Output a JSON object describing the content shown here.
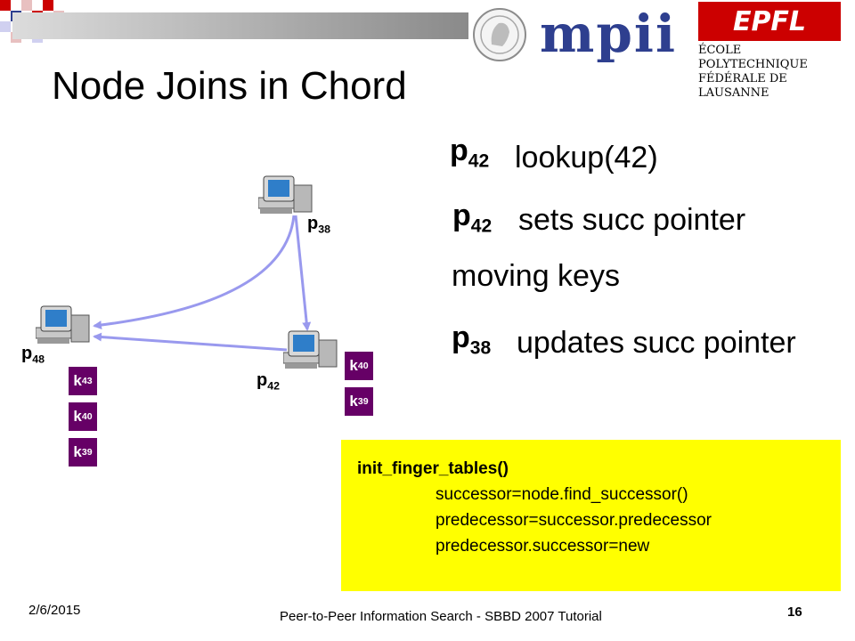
{
  "header": {
    "mpi_logo": "mpii",
    "epfl_logo": "EPFL",
    "epfl_name_line1": "ÉCOLE POLYTECHNIQUE",
    "epfl_name_line2": "FÉDÉRALE DE LAUSANNE"
  },
  "slide": {
    "title": "Node Joins in Chord"
  },
  "steps": [
    {
      "node": "p",
      "node_sub": "42",
      "text": "lookup(42)"
    },
    {
      "node": "p",
      "node_sub": "42",
      "text": "sets succ pointer"
    },
    {
      "node": "",
      "node_sub": "",
      "text": "moving keys"
    },
    {
      "node": "p",
      "node_sub": "38",
      "text": "updates succ pointer"
    }
  ],
  "nodes": [
    {
      "label": "p",
      "sub": "38"
    },
    {
      "label": "p",
      "sub": "48"
    },
    {
      "label": "p",
      "sub": "42"
    }
  ],
  "keys_p48": [
    {
      "label": "k",
      "sub": "43"
    },
    {
      "label": "k",
      "sub": "40"
    },
    {
      "label": "k",
      "sub": "39"
    }
  ],
  "keys_p42": [
    {
      "label": "k",
      "sub": "40"
    },
    {
      "label": "k",
      "sub": "39"
    }
  ],
  "code": {
    "head": "init_finger_tables()",
    "lines": [
      "successor=node.find_successor()",
      "predecessor=successor.predecessor",
      "predecessor.successor=new"
    ]
  },
  "footer": {
    "date": "2/6/2015",
    "center": "Peer-to-Peer Information Search - SBBD 2007 Tutorial",
    "page": "16"
  },
  "colors": {
    "key_fill": "#660066",
    "code_bg": "#ffff00",
    "arrow": "#9999ee",
    "mpi_blue": "#2e3f8f",
    "epfl_red": "#cc0000"
  },
  "icons": {
    "node": "computer-icon"
  }
}
